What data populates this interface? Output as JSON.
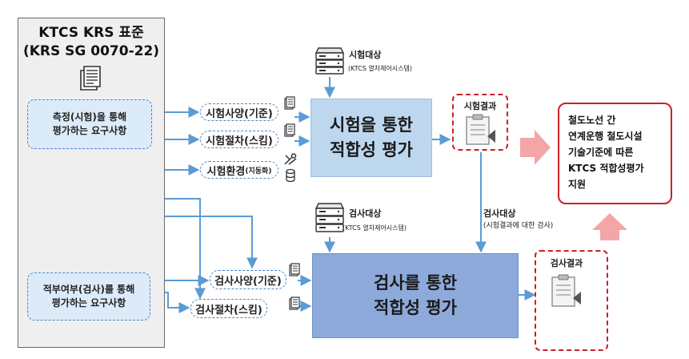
{
  "standard": {
    "title_line1": "KTCS KRS 표준",
    "title_line2": "(KRS SG 0070-22)",
    "icon": "document-icon"
  },
  "requirements": {
    "measurement": {
      "line1": "측정(시험)을 통해",
      "line2": "평가하는 요구사항"
    },
    "conformity": {
      "line1": "적부여부(검사)를 통해",
      "line2": "평가하는 요구사항"
    }
  },
  "test_items": {
    "spec": {
      "label": "시험사양(기준)"
    },
    "procedure": {
      "label": "시험절차(스킴)"
    },
    "environment": {
      "label": "시험환경",
      "sub": "(지동화)"
    }
  },
  "inspect_items": {
    "spec": {
      "label": "검사사양(기준)"
    },
    "procedure": {
      "label": "검사절차(스킴)"
    }
  },
  "test_target": {
    "title": "시험대상",
    "sub": "(KTCS 열차제어시스템)",
    "icon": "server-icon"
  },
  "inspect_target": {
    "title": "검사대상",
    "sub": "(KTCS 열차제어시스템)",
    "icon": "server-icon"
  },
  "test_eval": {
    "line1": "시험을 통한",
    "line2": "적합성 평가"
  },
  "inspect_eval": {
    "line1": "검사를 통한",
    "line2": "적합성 평가"
  },
  "test_result": {
    "label": "시험결과",
    "icon": "clipboard-icon"
  },
  "inspect_result": {
    "label": "검사결과",
    "icon": "clipboard-icon"
  },
  "inspect_flow": {
    "label": "검사대상",
    "sub": "(시험결과에 대한 검사)"
  },
  "final": {
    "line1": "철도노선 간",
    "line2": "연계운행 철도시설",
    "line3": "기술기준에 따른",
    "line4": "KTCS 적합성평가",
    "line5": "지원"
  },
  "colors": {
    "arrow_blue": "#5b9bd5",
    "dash_blue": "#4f86c6",
    "req_fill": "#dcebf9",
    "eval1_fill": "#bdd7ee",
    "eval2_fill": "#8eaadb",
    "accent_red": "#c82027",
    "pink_arrow": "#f4a6a6",
    "panel_gray": "#efefef"
  }
}
